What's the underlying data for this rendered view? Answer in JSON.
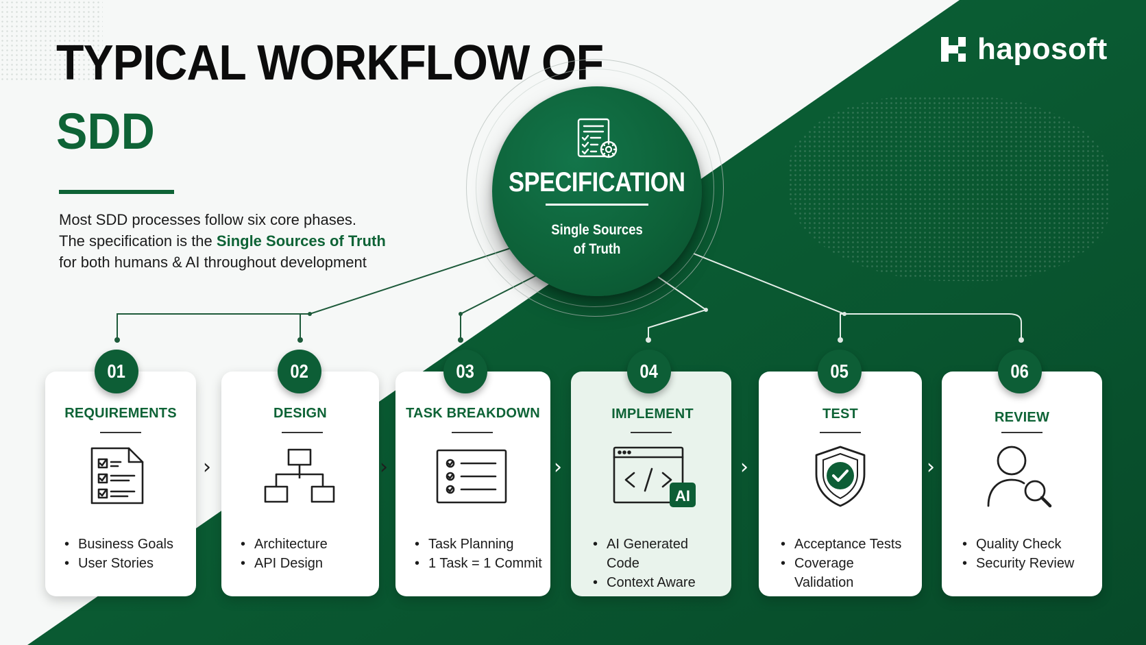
{
  "header": {
    "title_line1": "TYPICAL WORKFLOW OF",
    "title_line2": "SDD",
    "intro_line1": "Most SDD processes follow six core phases.",
    "intro_line2_pre": "The specification is the ",
    "intro_line2_highlight": "Single Sources of Truth",
    "intro_line3": "for both humans & AI throughout development"
  },
  "brand": {
    "logo_icon": "haposoft-h-mark-icon",
    "name": "haposoft"
  },
  "hub": {
    "icon": "document-gear-icon",
    "title": "SPECIFICATION",
    "subtitle": "Single Sources of Truth"
  },
  "phases": [
    {
      "number": "01",
      "title": "REQUIREMENTS",
      "icon": "checklist-document-icon",
      "bullets": [
        "Business Goals",
        "User Stories"
      ]
    },
    {
      "number": "02",
      "title": "DESIGN",
      "icon": "hierarchy-diagram-icon",
      "bullets": [
        "Architecture",
        "API Design"
      ]
    },
    {
      "number": "03",
      "title": "TASK BREAKDOWN",
      "icon": "task-list-icon",
      "bullets": [
        "Task Planning",
        "1 Task = 1 Commit"
      ]
    },
    {
      "number": "04",
      "title": "IMPLEMENT",
      "icon": "code-window-ai-icon",
      "icon_label": "AI",
      "bullets": [
        "AI Generated Code",
        "Context Aware"
      ]
    },
    {
      "number": "05",
      "title": "TEST",
      "icon": "shield-check-icon",
      "bullets": [
        "Acceptance Tests",
        "Coverage Validation"
      ]
    },
    {
      "number": "06",
      "title": "REVIEW",
      "icon": "user-search-icon",
      "bullets": [
        "Quality Check",
        "Security Review"
      ]
    }
  ],
  "colors": {
    "brand_green": "#0e6336",
    "dark_green": "#0a5a32",
    "active_card": "#e9f3ec",
    "text": "#1b1b1b"
  }
}
